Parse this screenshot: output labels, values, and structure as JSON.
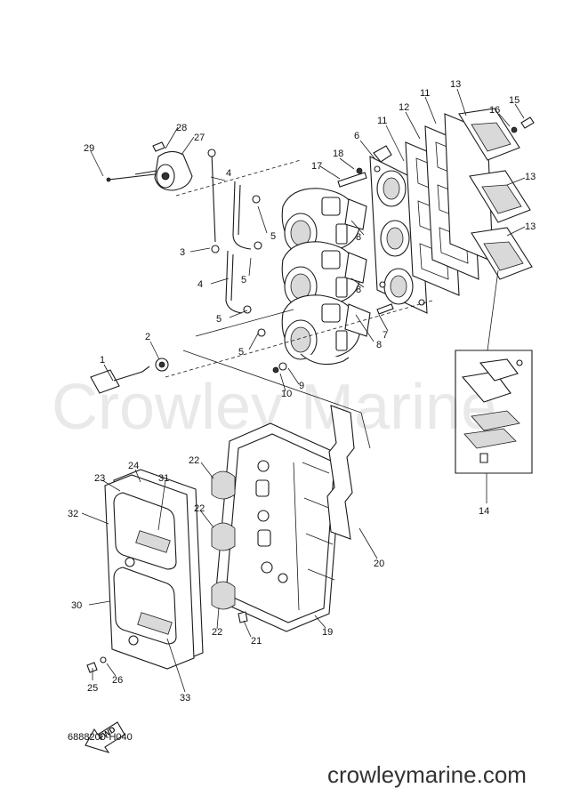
{
  "watermark": "Crowley Marine",
  "brand": "crowleymarine.com",
  "drawing_code": "6888200-H040",
  "fwd_label": "FWD",
  "callouts": [
    {
      "id": "c1",
      "label": "1"
    },
    {
      "id": "c2",
      "label": "2"
    },
    {
      "id": "c3",
      "label": "3"
    },
    {
      "id": "c4a",
      "label": "4"
    },
    {
      "id": "c4b",
      "label": "4"
    },
    {
      "id": "c5a",
      "label": "5"
    },
    {
      "id": "c5b",
      "label": "5"
    },
    {
      "id": "c5c",
      "label": "5"
    },
    {
      "id": "c5d",
      "label": "5"
    },
    {
      "id": "c6",
      "label": "6"
    },
    {
      "id": "c7",
      "label": "7"
    },
    {
      "id": "c8a",
      "label": "8"
    },
    {
      "id": "c8b",
      "label": "8"
    },
    {
      "id": "c8c",
      "label": "8"
    },
    {
      "id": "c9",
      "label": "9"
    },
    {
      "id": "c10",
      "label": "10"
    },
    {
      "id": "c11a",
      "label": "11"
    },
    {
      "id": "c11b",
      "label": "11"
    },
    {
      "id": "c12",
      "label": "12"
    },
    {
      "id": "c13a",
      "label": "13"
    },
    {
      "id": "c13b",
      "label": "13"
    },
    {
      "id": "c13c",
      "label": "13"
    },
    {
      "id": "c14",
      "label": "14"
    },
    {
      "id": "c15",
      "label": "15"
    },
    {
      "id": "c16",
      "label": "16"
    },
    {
      "id": "c17",
      "label": "17"
    },
    {
      "id": "c18",
      "label": "18"
    },
    {
      "id": "c19",
      "label": "19"
    },
    {
      "id": "c20",
      "label": "20"
    },
    {
      "id": "c21",
      "label": "21"
    },
    {
      "id": "c22a",
      "label": "22"
    },
    {
      "id": "c22b",
      "label": "22"
    },
    {
      "id": "c22c",
      "label": "22"
    },
    {
      "id": "c23",
      "label": "23"
    },
    {
      "id": "c24",
      "label": "24"
    },
    {
      "id": "c25",
      "label": "25"
    },
    {
      "id": "c26",
      "label": "26"
    },
    {
      "id": "c27",
      "label": "27"
    },
    {
      "id": "c28",
      "label": "28"
    },
    {
      "id": "c29",
      "label": "29"
    },
    {
      "id": "c30",
      "label": "30"
    },
    {
      "id": "c31",
      "label": "31"
    },
    {
      "id": "c32",
      "label": "32"
    },
    {
      "id": "c33",
      "label": "33"
    }
  ]
}
